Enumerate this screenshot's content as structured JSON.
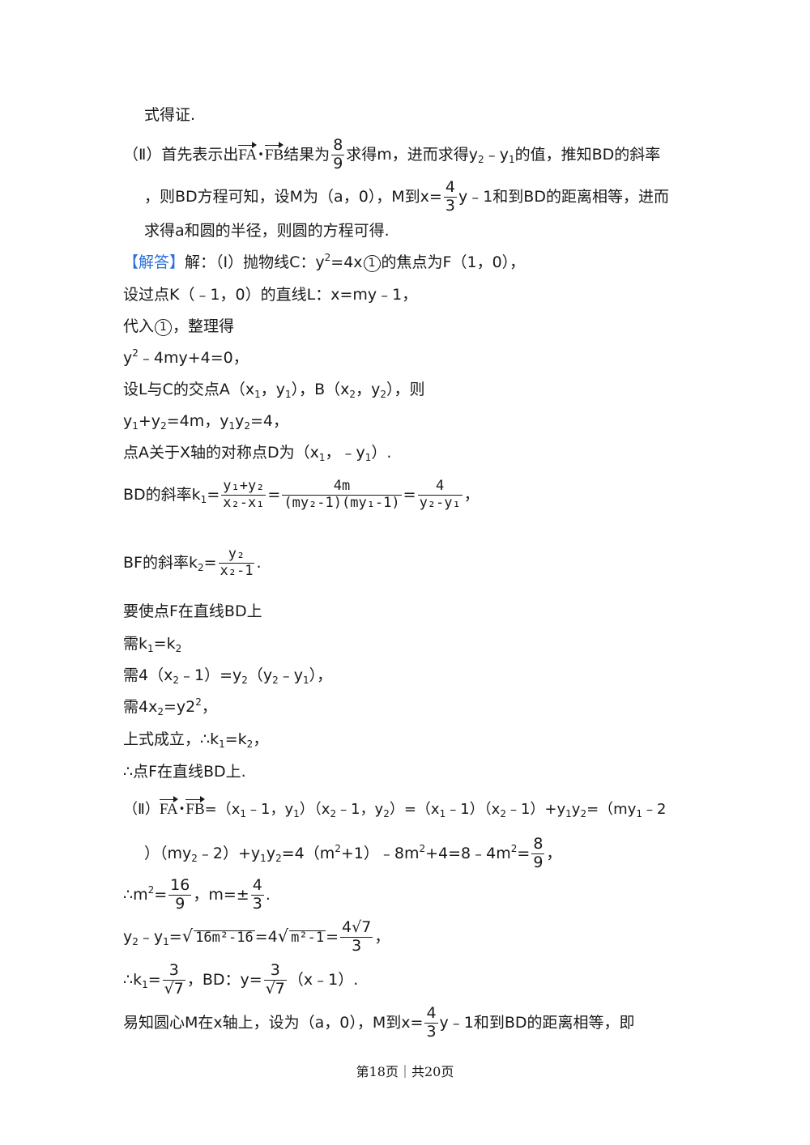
{
  "lines": {
    "l01": "式得证.",
    "l02a": "（Ⅱ）首先表示出",
    "l02v1": "FA",
    "l02dot": "•",
    "l02v2": "FB",
    "l02b": "结果为",
    "l02fn": "8",
    "l02fd": "9",
    "l02c": "求得m，进而求得y",
    "l02s1": "2",
    "l02d": "﹣y",
    "l02s2": "1",
    "l02e": "的值，推知BD的斜率",
    "l03a": "，则BD方程可知，设M为（a，0），M到x=",
    "l03fn": "4",
    "l03fd": "3",
    "l03b": "y﹣1和到BD的距离相等，进而",
    "l04": "求得a和圆的半径，则圆的方程可得.",
    "l05tag": "【解答】",
    "l05a": "解：（Ⅰ）抛物线C：y",
    "l05sup": "2",
    "l05b": "=4x",
    "l05circ": "1",
    "l05c": "的焦点为F（1，0），",
    "l06": "设过点K（﹣1，0）的直线L：x=my﹣1，",
    "l07a": "代入",
    "l07circ": "1",
    "l07b": "，整理得",
    "l08a": "y",
    "l08sup": "2",
    "l08b": "﹣4my+4=0，",
    "l09a": "设L与C的交点A（x",
    "l09s1": "1",
    "l09b": "，y",
    "l09s2": "1",
    "l09c": "），B（x",
    "l09s3": "2",
    "l09d": "，y",
    "l09s4": "2",
    "l09e": "），则",
    "l10a": "y",
    "l10s1": "1",
    "l10b": "+y",
    "l10s2": "2",
    "l10c": "=4m，y",
    "l10s3": "1",
    "l10d": "y",
    "l10s4": "2",
    "l10e": "=4，",
    "l11a": "点A关于X轴的对称点D为（x",
    "l11s1": "1",
    "l11b": "，﹣y",
    "l11s2": "1",
    "l11c": "）.",
    "l12a": "BD的斜率k",
    "l12s": "1",
    "l12eq": "=",
    "l12f1n": "y₁+y₂",
    "l12f1d": "x₂-x₁",
    "l12f2n": "4m",
    "l12f2d": "(my₂-1)(my₁-1)",
    "l12f3n": "4",
    "l12f3d": "y₂-y₁",
    "l12end": "，",
    "l13a": "BF的斜率k",
    "l13s": "2",
    "l13eq": "=",
    "l13fn": "y₂",
    "l13fd": "x₂-1",
    "l13end": ".",
    "l14": "要使点F在直线BD上",
    "l15a": "需k",
    "l15s1": "1",
    "l15b": "=k",
    "l15s2": "2",
    "l16a": "需4（x",
    "l16s1": "2",
    "l16b": "﹣1）=y",
    "l16s2": "2",
    "l16c": "（y",
    "l16s3": "2",
    "l16d": "﹣y",
    "l16s4": "1",
    "l16e": "），",
    "l17a": "需4x",
    "l17s": "2",
    "l17b": "=y2",
    "l17sup": "2",
    "l17c": "，",
    "l18a": "上式成立，∴k",
    "l18s1": "1",
    "l18b": "=k",
    "l18s2": "2",
    "l18c": "，",
    "l19": "∴点F在直线BD上.",
    "l20a": "（Ⅱ）",
    "l20v1": "FA",
    "l20dot": "•",
    "l20v2": "FB",
    "l20b": "=（x",
    "l20s1": "1",
    "l20c": "﹣1，y",
    "l20s2": "1",
    "l20d": "）（x",
    "l20s3": "2",
    "l20e": "﹣1，y",
    "l20s4": "2",
    "l20f": "）=（x",
    "l20s5": "1",
    "l20g": "﹣1）（x",
    "l20s6": "2",
    "l20h": "﹣1）+y",
    "l20s7": "1",
    "l20i": "y",
    "l20s8": "2",
    "l20j": "=（my",
    "l20s9": "1",
    "l20k": "﹣2",
    "l21a": "）（my",
    "l21s1": "2",
    "l21b": "﹣2）+y",
    "l21s2": "1",
    "l21c": "y",
    "l21s3": "2",
    "l21d": "=4（m",
    "l21sup1": "2",
    "l21e": "+1）﹣8m",
    "l21sup2": "2",
    "l21f": "+4=8﹣4m",
    "l21sup3": "2",
    "l21g": "=",
    "l21fn": "8",
    "l21fd": "9",
    "l21h": "，",
    "l22a": "∴m",
    "l22sup": "2",
    "l22b": "=",
    "l22f1n": "16",
    "l22f1d": "9",
    "l22c": "，m=±",
    "l22f2n": "4",
    "l22f2d": "3",
    "l22d": ".",
    "l23a": "y",
    "l23s1": "2",
    "l23b": "﹣y",
    "l23s2": "1",
    "l23c": "=",
    "l23r1": "16m²-16",
    "l23d": "=4",
    "l23r2": "m²-1",
    "l23e": "=",
    "l23fn": "4√7",
    "l23fd": "3",
    "l23f": "，",
    "l24a": "∴k",
    "l24s": "1",
    "l24b": "=",
    "l24f1n": "3",
    "l24f1d": "√7",
    "l24c": "，BD：y=",
    "l24f2n": "3",
    "l24f2d": "√7",
    "l24d": "（x﹣1）.",
    "l25a": "易知圆心M在x轴上，设为（a，0），M到x=",
    "l25fn": "4",
    "l25fd": "3",
    "l25b": "y﹣1和到BD的距离相等，即"
  },
  "footer": {
    "text": "第18页｜共20页"
  }
}
